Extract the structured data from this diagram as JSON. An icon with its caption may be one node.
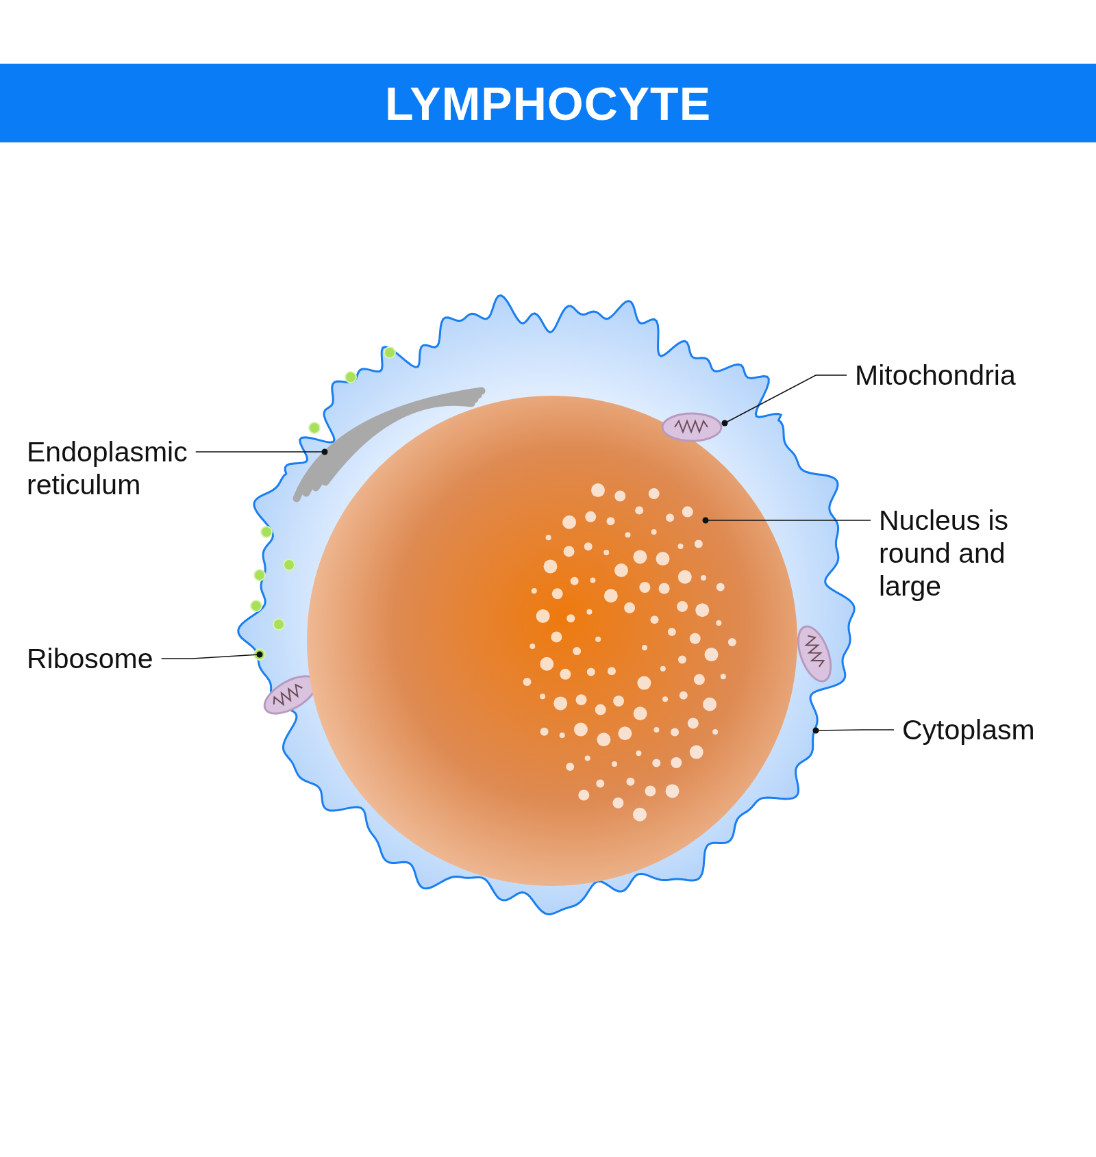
{
  "diagram": {
    "title": "LYMPHOCYTE",
    "nodes": [
      {
        "text": [
          "Mitochondria"
        ]
      },
      {
        "text": [
          "Endoplasmic reticulum"
        ]
      },
      {
        "text": [
          "Nucleus is round and large"
        ]
      },
      {
        "text": [
          "Ribosome"
        ]
      },
      {
        "text": [
          "Cytoplasm"
        ]
      },
      {
        "text": [],
        "shape": "picture"
      },
      {
        "text": [],
        "shape": "circle",
        "in": 5
      },
      {
        "text": [],
        "shape": "picture",
        "in": 5
      },
      {
        "text": [],
        "shape": "picture",
        "in": 5
      },
      {
        "text": [],
        "shape": "circle",
        "in": 5
      }
    ],
    "edges": [
      {
        "from": 0,
        "to": 8,
        "arrow": "other"
      },
      {
        "from": 1,
        "to": 7,
        "arrow": "other"
      },
      {
        "from": 2,
        "to": 6,
        "arrow": "other"
      },
      {
        "from": 3,
        "to": 9,
        "arrow": "other"
      },
      {
        "from": 4,
        "to": 5,
        "arrow": "other"
      }
    ]
  }
}
